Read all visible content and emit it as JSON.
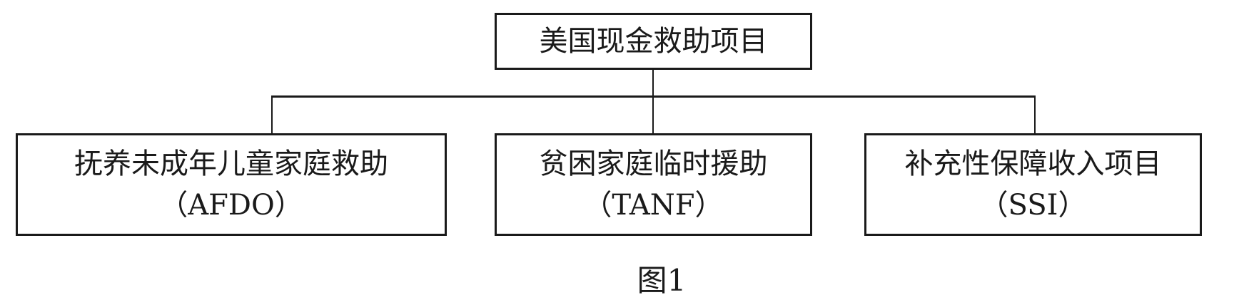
{
  "root": {
    "label": "美国现金救助项目"
  },
  "children": [
    {
      "label": "抚养未成年儿童家庭救助",
      "abbr": "（AFDO）"
    },
    {
      "label": "贫困家庭临时援助",
      "abbr": "（TANF）"
    },
    {
      "label": "补充性保障收入项目",
      "abbr": "（SSI）"
    }
  ],
  "caption": "图1"
}
